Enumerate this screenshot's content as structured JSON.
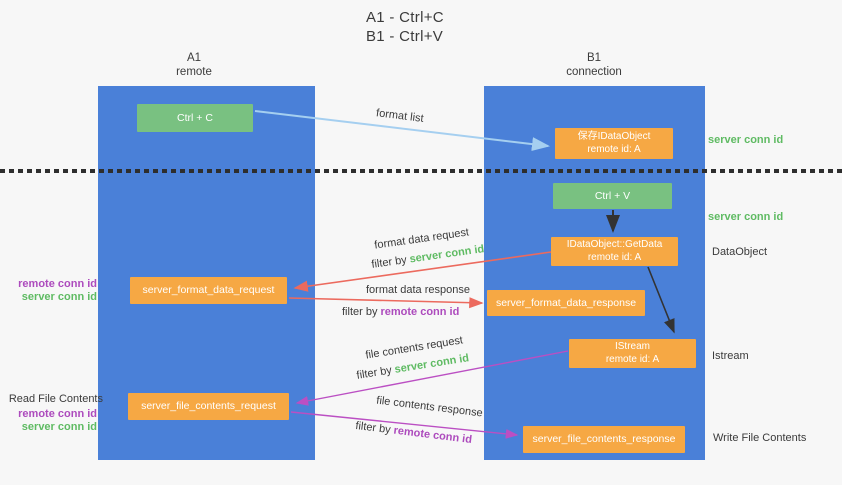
{
  "title": {
    "line1": "A1 - Ctrl+C",
    "line2": "B1 - Ctrl+V"
  },
  "columns": {
    "a1": {
      "name": "A1",
      "subtitle": "remote"
    },
    "b1": {
      "name": "B1",
      "subtitle": "connection"
    }
  },
  "nodes": {
    "ctrl_c": "Ctrl + C",
    "ctrl_v": "Ctrl + V",
    "save_dataobject": {
      "line1": "保存IDataObject",
      "line2": "remote id: A"
    },
    "getdata": {
      "line1": "IDataObject::GetData",
      "line2": "remote id: A"
    },
    "istream": {
      "line1": "IStream",
      "line2": "remote id: A"
    },
    "format_request": "server_format_data_request",
    "format_response": "server_format_data_response",
    "file_request": "server_file_contents_request",
    "file_response": "server_file_contents_response"
  },
  "side_labels": {
    "server_conn_id_top": "server conn id",
    "server_conn_id_mid": "server conn id",
    "dataobject": "DataObject",
    "istream": "Istream",
    "write_file_contents": "Write File Contents",
    "read_file_contents": "Read File Contents",
    "format_remote_conn_id": "remote conn id",
    "format_server_conn_id": "server conn id",
    "file_remote_conn_id": "remote conn id",
    "file_server_conn_id": "server conn id"
  },
  "arrow_labels": {
    "format_list": "format list",
    "format_data_request": "format data request",
    "format_data_response": "format data response",
    "file_contents_request": "file contents request",
    "file_contents_response": "file contents response",
    "filter_by": "filter by",
    "server_conn_id": "server conn id",
    "remote_conn_id": "remote conn id"
  },
  "colors": {
    "background": "#f7f7f7",
    "lifeline_blue": "#4a80d8",
    "node_green": "#79c181",
    "node_orange": "#f6a844",
    "text_dark": "#3b3b3b",
    "text_green": "#5fbb63",
    "text_purple": "#ad4bbd",
    "arrow_lightblue": "#a5cff0",
    "arrow_black": "#333333",
    "arrow_red": "#ec6a5e",
    "arrow_magenta": "#bb4fc3",
    "divider_dark": "#2e2e2e"
  }
}
